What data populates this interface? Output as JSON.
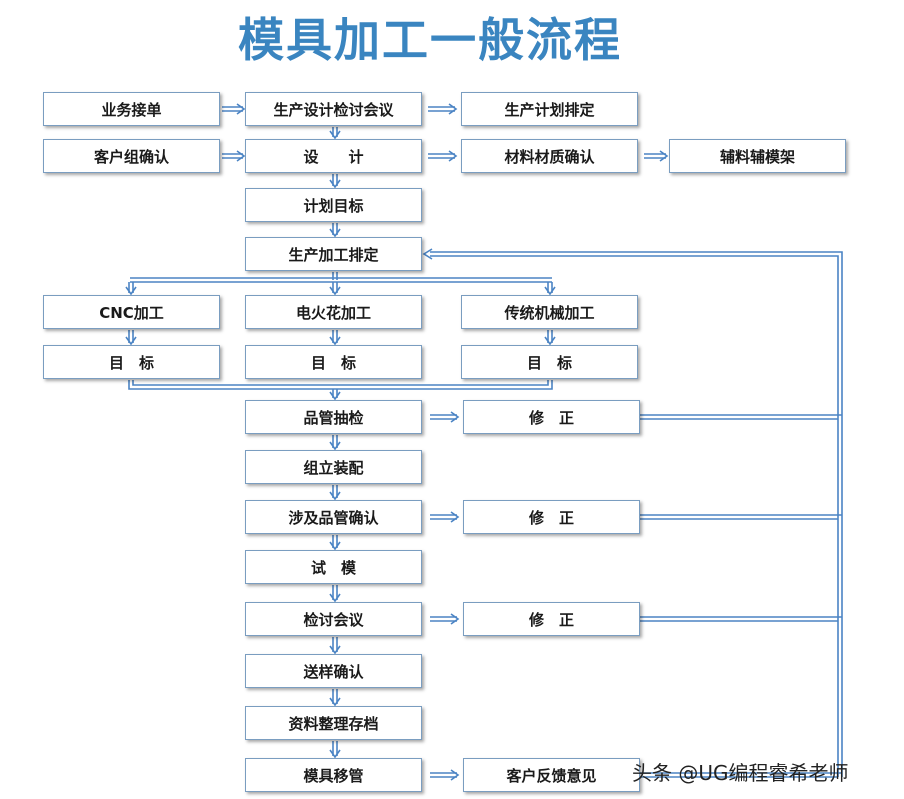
{
  "title": "模具加工一般流程",
  "watermark": "头条 @UG编程睿希老师",
  "colors": {
    "title": "#3a85c0",
    "border": "#7a9dc0",
    "connector": "#4b84c4"
  },
  "nodes": {
    "yewu": "业务接单",
    "shengchan_sheji": "生产设计检讨会议",
    "shengchan_jihua": "生产计划排定",
    "kehu_zu": "客户组确认",
    "sheji": "设　　计",
    "cailiao": "材料材质确认",
    "fuliao": "辅料辅模架",
    "jihua_mubiao": "计划目标",
    "jiagong_paiding": "生产加工排定",
    "cnc": "CNC加工",
    "dianhuohua": "电火花加工",
    "chuantong": "传统机械加工",
    "mubiao_1": "目　标",
    "mubiao_2": "目　标",
    "mubiao_3": "目　标",
    "pinguan_choujian": "品管抽检",
    "xiuzheng_1": "修　正",
    "zuli": "组立装配",
    "sheji_pinguan": "涉及品管确认",
    "xiuzheng_2": "修　正",
    "shimo": "试　模",
    "jiantao": "检讨会议",
    "xiuzheng_3": "修　正",
    "songyang": "送样确认",
    "ziliao": "资料整理存档",
    "yiguan": "模具移管",
    "kehu_fankui": "客户反馈意见"
  }
}
